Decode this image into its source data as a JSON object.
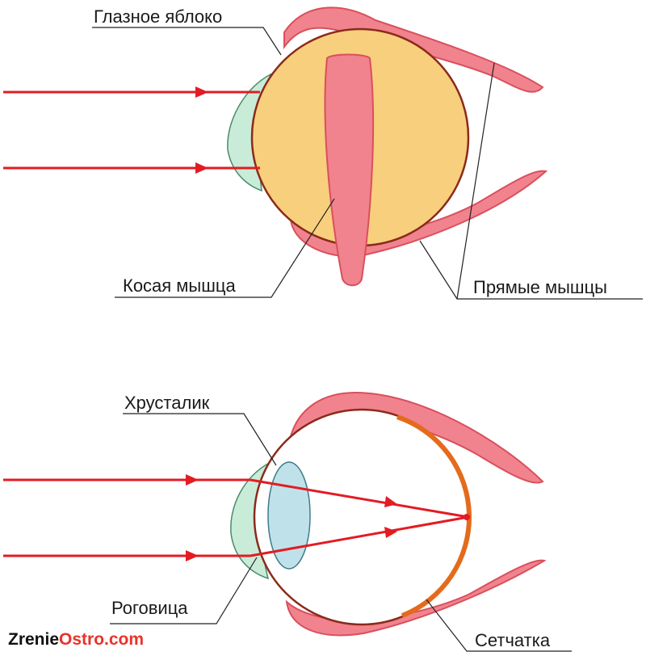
{
  "top_diagram": {
    "labels": {
      "eyeball": "Глазное яблоко",
      "oblique_muscle": "Косая мышца",
      "rectus_muscles": "Прямые мышцы"
    }
  },
  "bottom_diagram": {
    "labels": {
      "lens": "Хрусталик",
      "cornea": "Роговица",
      "retina": "Сетчатка"
    }
  },
  "watermark": {
    "part1": "Zrenie",
    "part2": "Ostro.com"
  },
  "colors": {
    "eyeball_fill": "#f8cf7d",
    "cornea_fill": "#c9ecd9",
    "lens_fill": "#bfe2ea",
    "muscle_fill": "#f0838e",
    "ray": "#e31b23",
    "retina": "#e46b1c"
  }
}
